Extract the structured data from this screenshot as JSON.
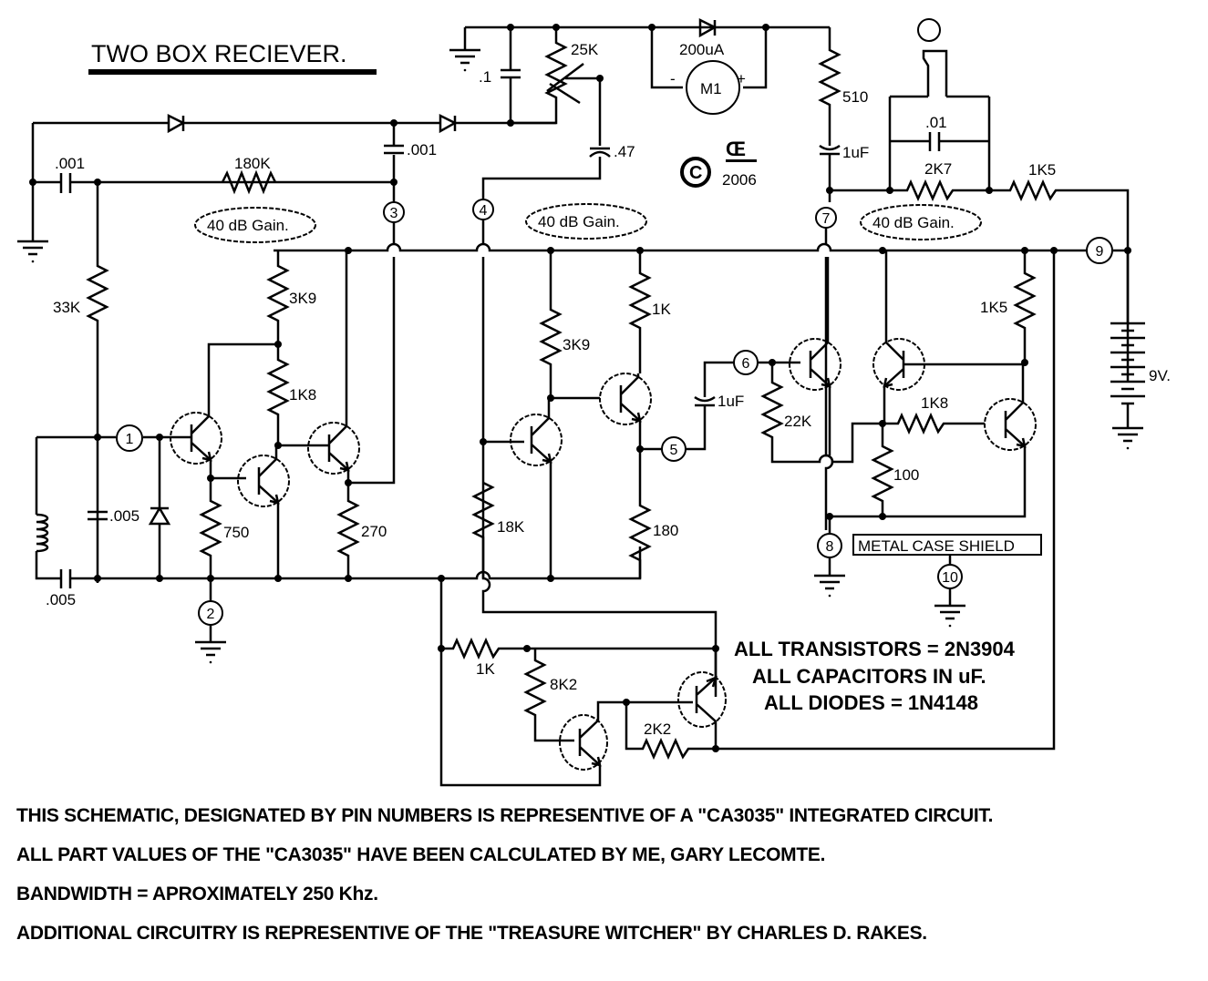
{
  "title": "TWO BOX RECIEVER.",
  "copyright": {
    "symbol": "©",
    "logo": "Œ",
    "year": "2006"
  },
  "gain_badges": [
    "40 dB Gain.",
    "40 dB Gain.",
    "40 dB Gain."
  ],
  "pins": [
    "1",
    "2",
    "3",
    "4",
    "5",
    "6",
    "7",
    "8",
    "9",
    "10"
  ],
  "components": {
    "c_top_left": ".001",
    "r_180k": "180K",
    "c_pin3": ".001",
    "c_01": ".1",
    "pot_25k": "25K",
    "c_047": ".47",
    "meter_range": "200uA",
    "meter_name": "M1",
    "meter_minus": "-",
    "meter_plus": "+",
    "r_510": "510",
    "c_1uf_top": "1uF",
    "c_001_phones": ".01",
    "r_2k7": "2K7",
    "r_1k5_top": "1K5",
    "r_33k": "33K",
    "r_3k9_a": "3K9",
    "r_1k8_a": "1K8",
    "c_005_shunt": ".005",
    "c_005_series": ".005",
    "r_750": "750",
    "r_270": "270",
    "r_3k9_b": "3K9",
    "r_1k_b": "1K",
    "r_18k": "18K",
    "r_180": "180",
    "c_1uf_mid": "1uF",
    "r_22k": "22K",
    "r_1k5_right": "1K5",
    "r_1k8_b": "1K8",
    "r_100": "100",
    "battery": "9V.",
    "shield": "METAL CASE SHIELD",
    "r_1k_c": "1K",
    "r_8k2": "8K2",
    "r_2k2": "2K2"
  },
  "specs": [
    "ALL TRANSISTORS = 2N3904",
    "ALL CAPACITORS IN uF.",
    "ALL DIODES = 1N4148"
  ],
  "notes": [
    "THIS SCHEMATIC, DESIGNATED BY PIN NUMBERS IS REPRESENTIVE OF A \"CA3035\"  INTEGRATED CIRCUIT.",
    "ALL PART VALUES  OF THE  \"CA3035\"  HAVE BEEN CALCULATED BY ME, GARY LECOMTE.",
    "BANDWIDTH = APROXIMATELY 250 Khz.",
    "ADDITIONAL CIRCUITRY IS REPRESENTIVE OF THE \"TREASURE WITCHER\"  BY CHARLES D. RAKES."
  ]
}
